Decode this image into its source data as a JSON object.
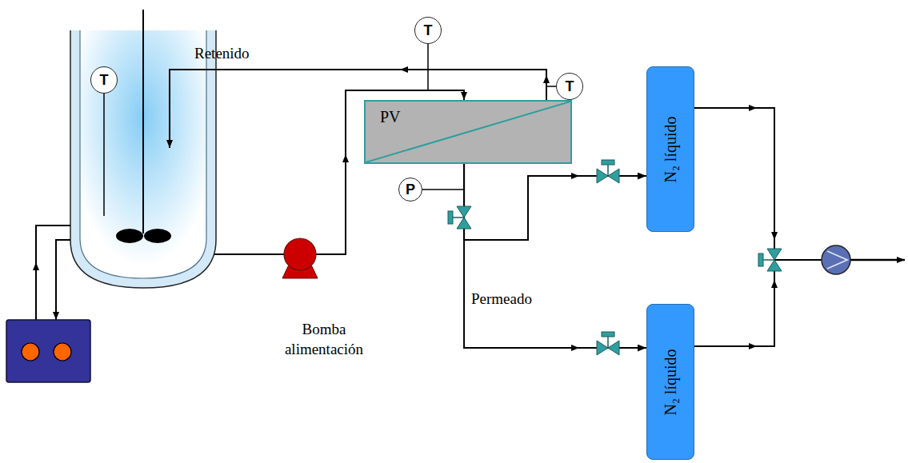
{
  "diagram": {
    "nodes": [
      {
        "text": [
          "T"
        ]
      },
      {
        "text": [
          "T"
        ]
      },
      {
        "text": [
          "T"
        ]
      },
      {
        "text": [
          "PV"
        ]
      },
      {
        "text": [
          "P"
        ]
      },
      {
        "text": [
          "N₂ líquido"
        ]
      },
      {
        "text": [
          "N₂ líquido"
        ]
      }
    ],
    "edges": [
      {
        "from": 3,
        "to": 5,
        "arrow": "to"
      },
      {
        "from": 3,
        "to": 6,
        "arrow": "to"
      }
    ],
    "labels": [
      "Retenido",
      "Permeado",
      "Bomba alimentación"
    ]
  }
}
